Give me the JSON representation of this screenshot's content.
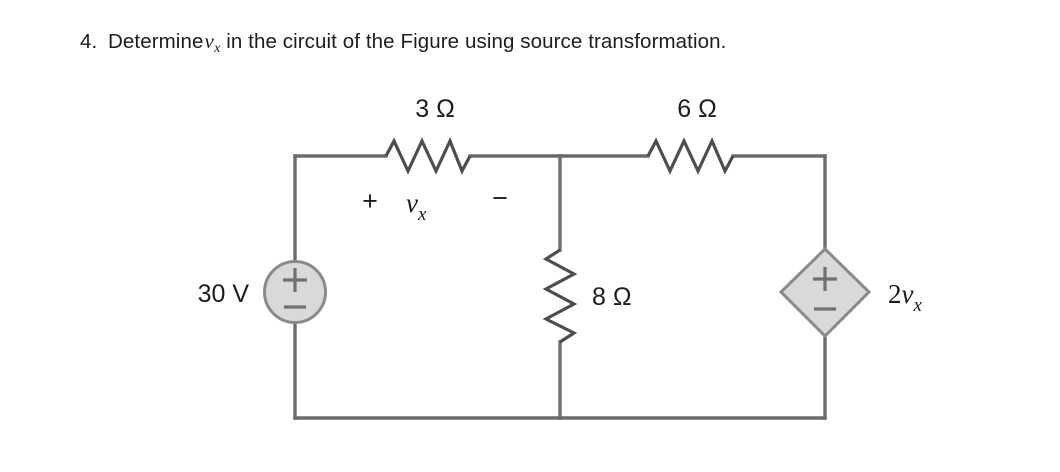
{
  "question": {
    "number": "4.",
    "text_before_var": "Determine",
    "variable": "v",
    "variable_sub": "x",
    "text_after_var": "in the circuit of the Figure using source transformation."
  },
  "circuit": {
    "components": {
      "r_top_left": {
        "label": "3 Ω",
        "value": 3,
        "unit": "Ω",
        "orientation": "horizontal"
      },
      "r_top_right": {
        "label": "6 Ω",
        "value": 6,
        "unit": "Ω",
        "orientation": "horizontal"
      },
      "r_middle": {
        "label": "8 Ω",
        "value": 8,
        "unit": "Ω",
        "orientation": "vertical"
      },
      "v_source": {
        "label": "30 V",
        "value": 30,
        "unit": "V",
        "plus": "+",
        "minus": "−",
        "type": "independent-voltage-source"
      },
      "dep_source": {
        "label_coef": "2",
        "label_var": "v",
        "label_sub": "x",
        "plus": "+",
        "minus": "−",
        "type": "dependent-voltage-source"
      }
    },
    "annotations": {
      "vx_plus": "+",
      "vx_var": "v",
      "vx_sub": "x",
      "vx_minus": "−"
    },
    "colors": {
      "wire": "#6b6b6b",
      "wire_dark": "#4d4d4d",
      "source_fill": "#d9d9d9",
      "source_stroke": "#8a8a8a",
      "symbol": "#707070",
      "text": "#1d1d1d",
      "background": "#ffffff"
    }
  }
}
